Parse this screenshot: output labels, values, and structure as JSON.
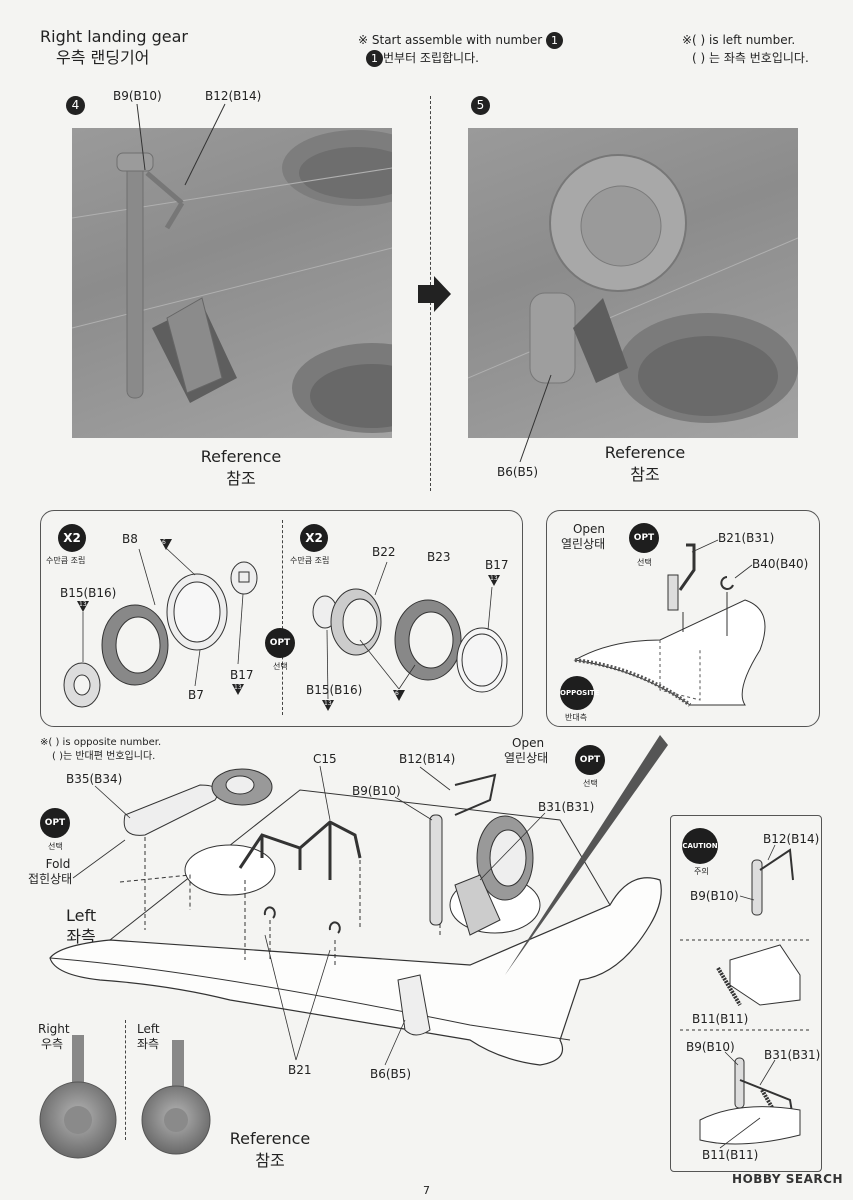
{
  "header": {
    "title_en": "Right landing gear",
    "title_ko": "우측 랜딩기어",
    "note_center_en": "※ Start assemble with number",
    "note_center_ko": "번부터 조립합니다.",
    "note_center_num": "1",
    "note_right_en": "※(   ) is left number.",
    "note_right_ko": "(   ) 는 좌측 번호입니다."
  },
  "step4": {
    "num": "4",
    "labels": {
      "b9": "B9(B10)",
      "b12": "B12(B14)"
    },
    "ref_en": "Reference",
    "ref_ko": "참조"
  },
  "step5": {
    "num": "5",
    "labels": {
      "b6": "B6(B5)"
    },
    "ref_en": "Reference",
    "ref_ko": "참조"
  },
  "wheels_panel": {
    "left": {
      "badge": "X2",
      "badge_sub": "수만큼 조립",
      "parts": {
        "b8": "B8",
        "b15": "B15(B16)",
        "b17": "B17",
        "b7": "B7"
      },
      "tri6": "6",
      "tri13": "13"
    },
    "right": {
      "badge": "X2",
      "badge_sub": "수만큼 조립",
      "parts": {
        "b22": "B22",
        "b23": "B23",
        "b17": "B17",
        "b15": "B15(B16)"
      },
      "tri6": "6",
      "tri13": "13"
    },
    "opt": "OPT",
    "opt_sub": "선택"
  },
  "door_panel": {
    "open_en": "Open",
    "open_ko": "열린상태",
    "opt": "OPT",
    "opt_sub": "선택",
    "b21": "B21(B31)",
    "b40": "B40(B40)",
    "opposite": "OPPOSITE",
    "opposite_sub": "반대측"
  },
  "main": {
    "note_en": "※(   ) is opposite number.",
    "note_ko": "(   )는 반대편 번호입니다.",
    "b35": "B35(B34)",
    "c15": "C15",
    "b12": "B12(B14)",
    "b9": "B9(B10)",
    "b31": "B31(B31)",
    "open_en": "Open",
    "open_ko": "열린상태",
    "opt1": "OPT",
    "opt1_sub": "선택",
    "opt2": "OPT",
    "opt2_sub": "선택",
    "fold_en": "Fold",
    "fold_ko": "접힌상태",
    "left_en": "Left",
    "left_ko": "좌측",
    "right_en": "Right",
    "right_ko": "우측",
    "b21": "B21",
    "b6": "B6(B5)"
  },
  "reference_bottom": {
    "right_en": "Right",
    "right_ko": "우측",
    "left_en": "Left",
    "left_ko": "좌측",
    "ref_en": "Reference",
    "ref_ko": "참조"
  },
  "caution_panel": {
    "caution": "CAUTION",
    "caution_sub": "주의",
    "b12": "B12(B14)",
    "b9a": "B9(B10)",
    "b11a": "B11(B11)",
    "b9b": "B9(B10)",
    "b31": "B31(B31)",
    "b11b": "B11(B11)"
  },
  "footer": {
    "page": "7",
    "watermark": "HOBBY SEARCH"
  }
}
